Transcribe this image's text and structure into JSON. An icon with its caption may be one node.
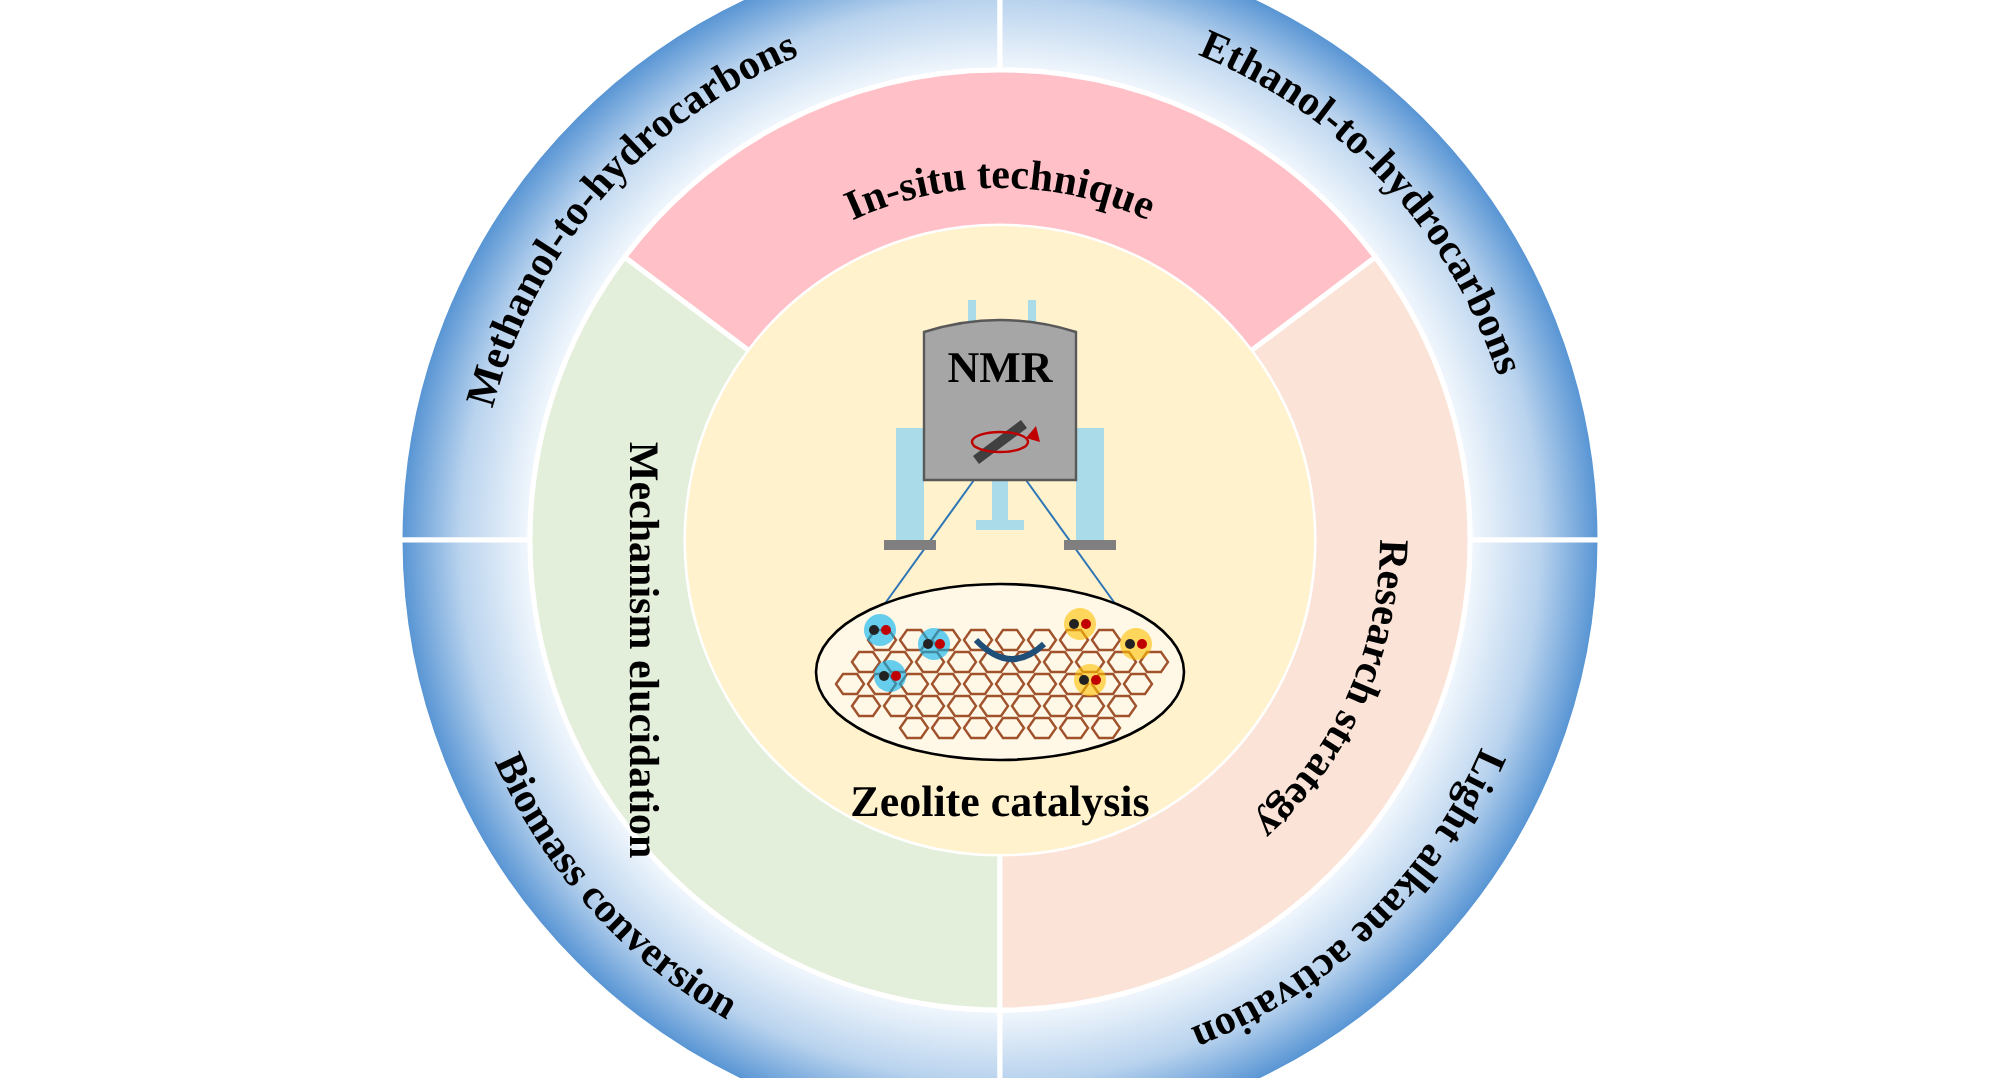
{
  "diagram": {
    "nodes": [
      {
        "text": [
          "Methanol-to-hydrocarbons"
        ]
      },
      {
        "text": [
          "Ethanol-to-hydrocarbons"
        ]
      },
      {
        "text": [
          "Biomass conversion"
        ]
      },
      {
        "text": [
          "Light alkane activation"
        ]
      },
      {
        "text": [
          "In-situ technique"
        ]
      },
      {
        "text": [
          "Mechanism elucidation"
        ]
      },
      {
        "text": [
          "Research strategy"
        ]
      },
      {
        "text": [
          "Zeolite catalysis"
        ]
      },
      {
        "text": [
          "NMR"
        ],
        "in": 7
      },
      {
        "text": [],
        "shape": "picture",
        "in": 7
      }
    ],
    "edges": [
      {
        "from": 8,
        "to": 9,
        "arrow": "none"
      },
      {
        "from": 8,
        "to": 9,
        "arrow": "none"
      }
    ]
  }
}
